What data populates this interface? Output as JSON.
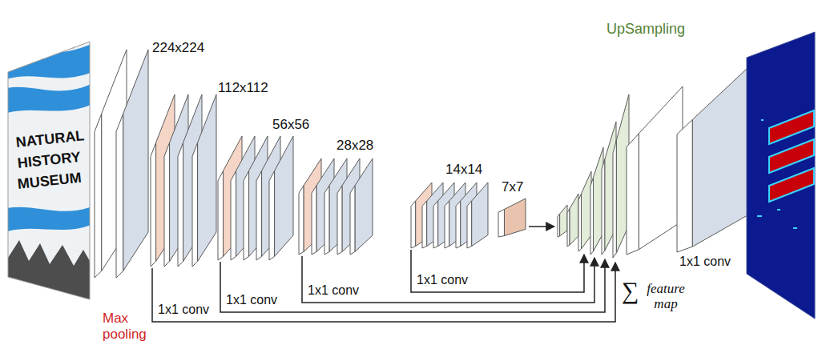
{
  "diagram": {
    "labels": [
      "NATURAL",
      "HISTORY",
      "MUSEUM",
      "224x224",
      "112x112",
      "56x56",
      "28x28",
      "14x14",
      "7x7",
      "UpSampling",
      "1x1 conv",
      "1x1 conv",
      "1x1 conv",
      "1x1 conv",
      "1x1 conv",
      "Max pooling",
      "∑",
      "feature map"
    ]
  }
}
